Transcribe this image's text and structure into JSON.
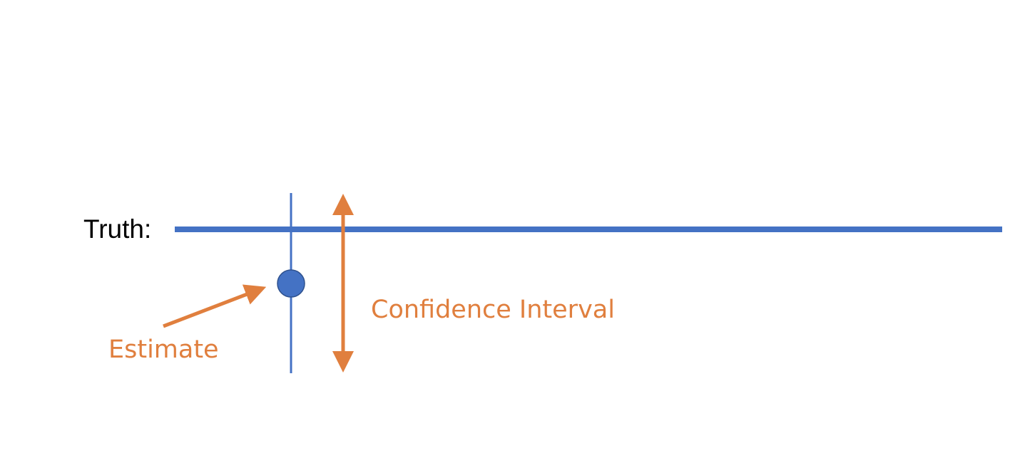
{
  "labels": {
    "truth": "Truth:",
    "confidence_interval": "Confidence Interval",
    "estimate": "Estimate"
  },
  "colors": {
    "truth_line": "#4472c4",
    "estimate_point": "#4472c4",
    "estimate_outline": "#2f528f",
    "annotation": "#e07f3e",
    "text_primary": "#000000"
  }
}
